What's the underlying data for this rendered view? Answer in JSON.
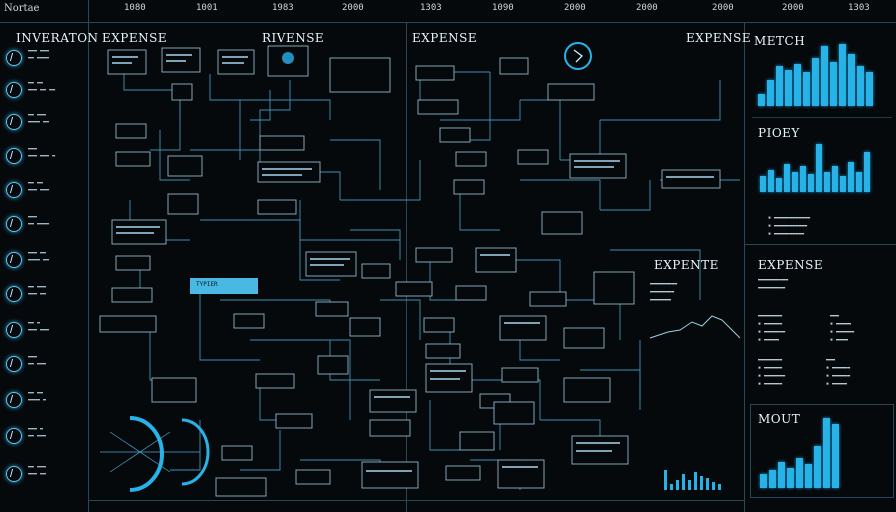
{
  "header": {
    "label": "Nortae",
    "ticks": [
      "1080",
      "1001",
      "1983",
      "2000",
      "1303",
      "1090",
      "2000",
      "2000",
      "2000",
      "2000",
      "1303"
    ]
  },
  "left_panel": {
    "title": "INVERATON"
  },
  "sections": {
    "expense_1": "EXPENSE",
    "revenue": "RIVENSE",
    "expense_2": "EXPENSE",
    "expense_3": "EXPENSE",
    "expense_4": "EXPENTE",
    "expense_5": "EXPENSE",
    "highlight": "TYPIER"
  },
  "right_panel": {
    "metrics_title": "METCH",
    "piset_title": "PIOEY",
    "mout_title": "MOUT"
  },
  "colors": {
    "accent": "#27b3e8",
    "line": "#5fc7f0",
    "box": "#8fb4c7",
    "highlight": "#4fc8f5"
  }
}
